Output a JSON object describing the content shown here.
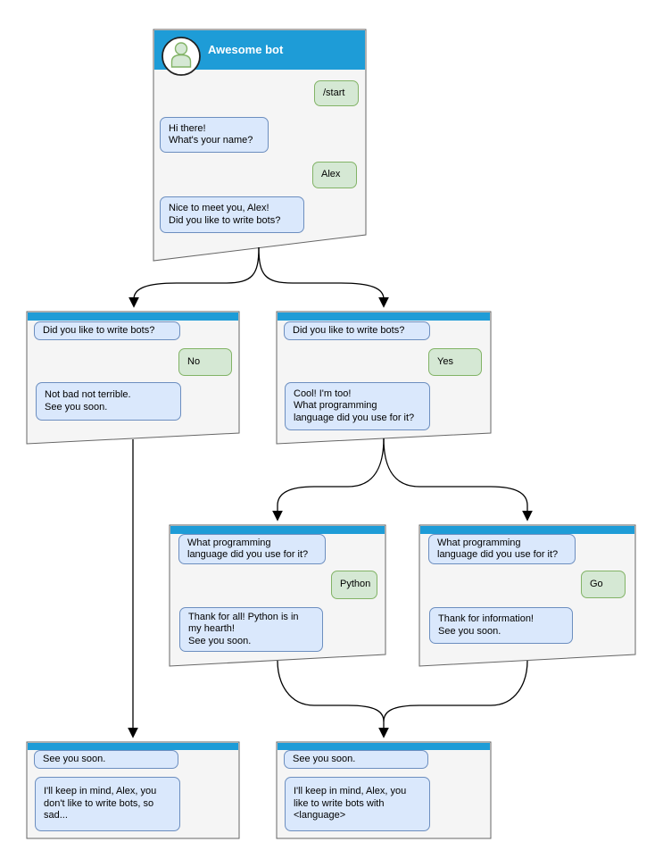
{
  "diagram_title": "Awesome bot conversation flowchart",
  "colors": {
    "header_blue": "#1E9CD7",
    "panel_bg": "#F5F5F5",
    "panel_border": "#666666",
    "bot_bubble_bg": "#DAE8FC",
    "bot_bubble_border": "#6C8EBF",
    "user_bubble_bg": "#D5E8D4",
    "user_bubble_border": "#82B366",
    "connector": "#000000",
    "avatar_icon": "#D5E8D4"
  },
  "main_window": {
    "title": "Awesome bot",
    "avatar": "person-icon",
    "messages": {
      "start_command": "/start",
      "greeting": "Hi there!\nWhat's your name?",
      "name_reply": "Alex",
      "nice_to_meet": "Nice to meet you, Alex!\nDid you like to write bots?"
    }
  },
  "branch_no": {
    "question": "Did you like to write bots?",
    "answer": "No",
    "bot_reply": "Not bad not terrible.\nSee you soon."
  },
  "branch_yes": {
    "question": "Did you like to write bots?",
    "answer": "Yes",
    "bot_reply": "Cool! I'm too!\nWhat programming\nlanguage did you use for it?"
  },
  "branch_python": {
    "question": "What programming\nlanguage did you use for it?",
    "answer": "Python",
    "bot_reply": "Thank for all! Python is in\nmy hearth!\nSee you soon."
  },
  "branch_go": {
    "question": "What programming\nlanguage did you use for it?",
    "answer": "Go",
    "bot_reply": "Thank for information!\nSee you soon."
  },
  "end_no": {
    "intro": "See you soon.",
    "bot_reply": "I'll keep in mind, Alex, you\ndon't like to write bots, so\nsad..."
  },
  "end_yes": {
    "intro": "See you soon.",
    "bot_reply": "I'll keep in mind, Alex, you\nlike to write bots with\n<language>"
  },
  "connections": [
    {
      "from": "main_window",
      "to": "branch_no"
    },
    {
      "from": "main_window",
      "to": "branch_yes"
    },
    {
      "from": "branch_yes",
      "to": "branch_python"
    },
    {
      "from": "branch_yes",
      "to": "branch_go"
    },
    {
      "from": "branch_no",
      "to": "end_no"
    },
    {
      "from": "branch_python",
      "to": "end_yes"
    },
    {
      "from": "branch_go",
      "to": "end_yes"
    }
  ]
}
